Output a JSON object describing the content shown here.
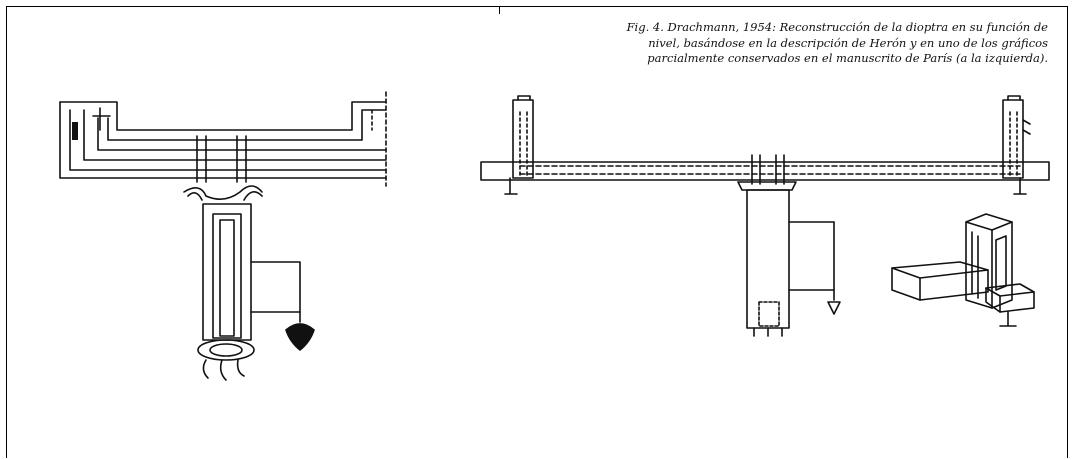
{
  "figure": {
    "caption_lines": [
      "Fig. 4. Drachmann, 1954: Reconstrucción de la dioptra en su función de",
      "nivel, basándose en la descripción de Herón y en uno de los gráficos",
      "parcialmente conservados en el manuscrito de París (a la izquierda)."
    ]
  }
}
